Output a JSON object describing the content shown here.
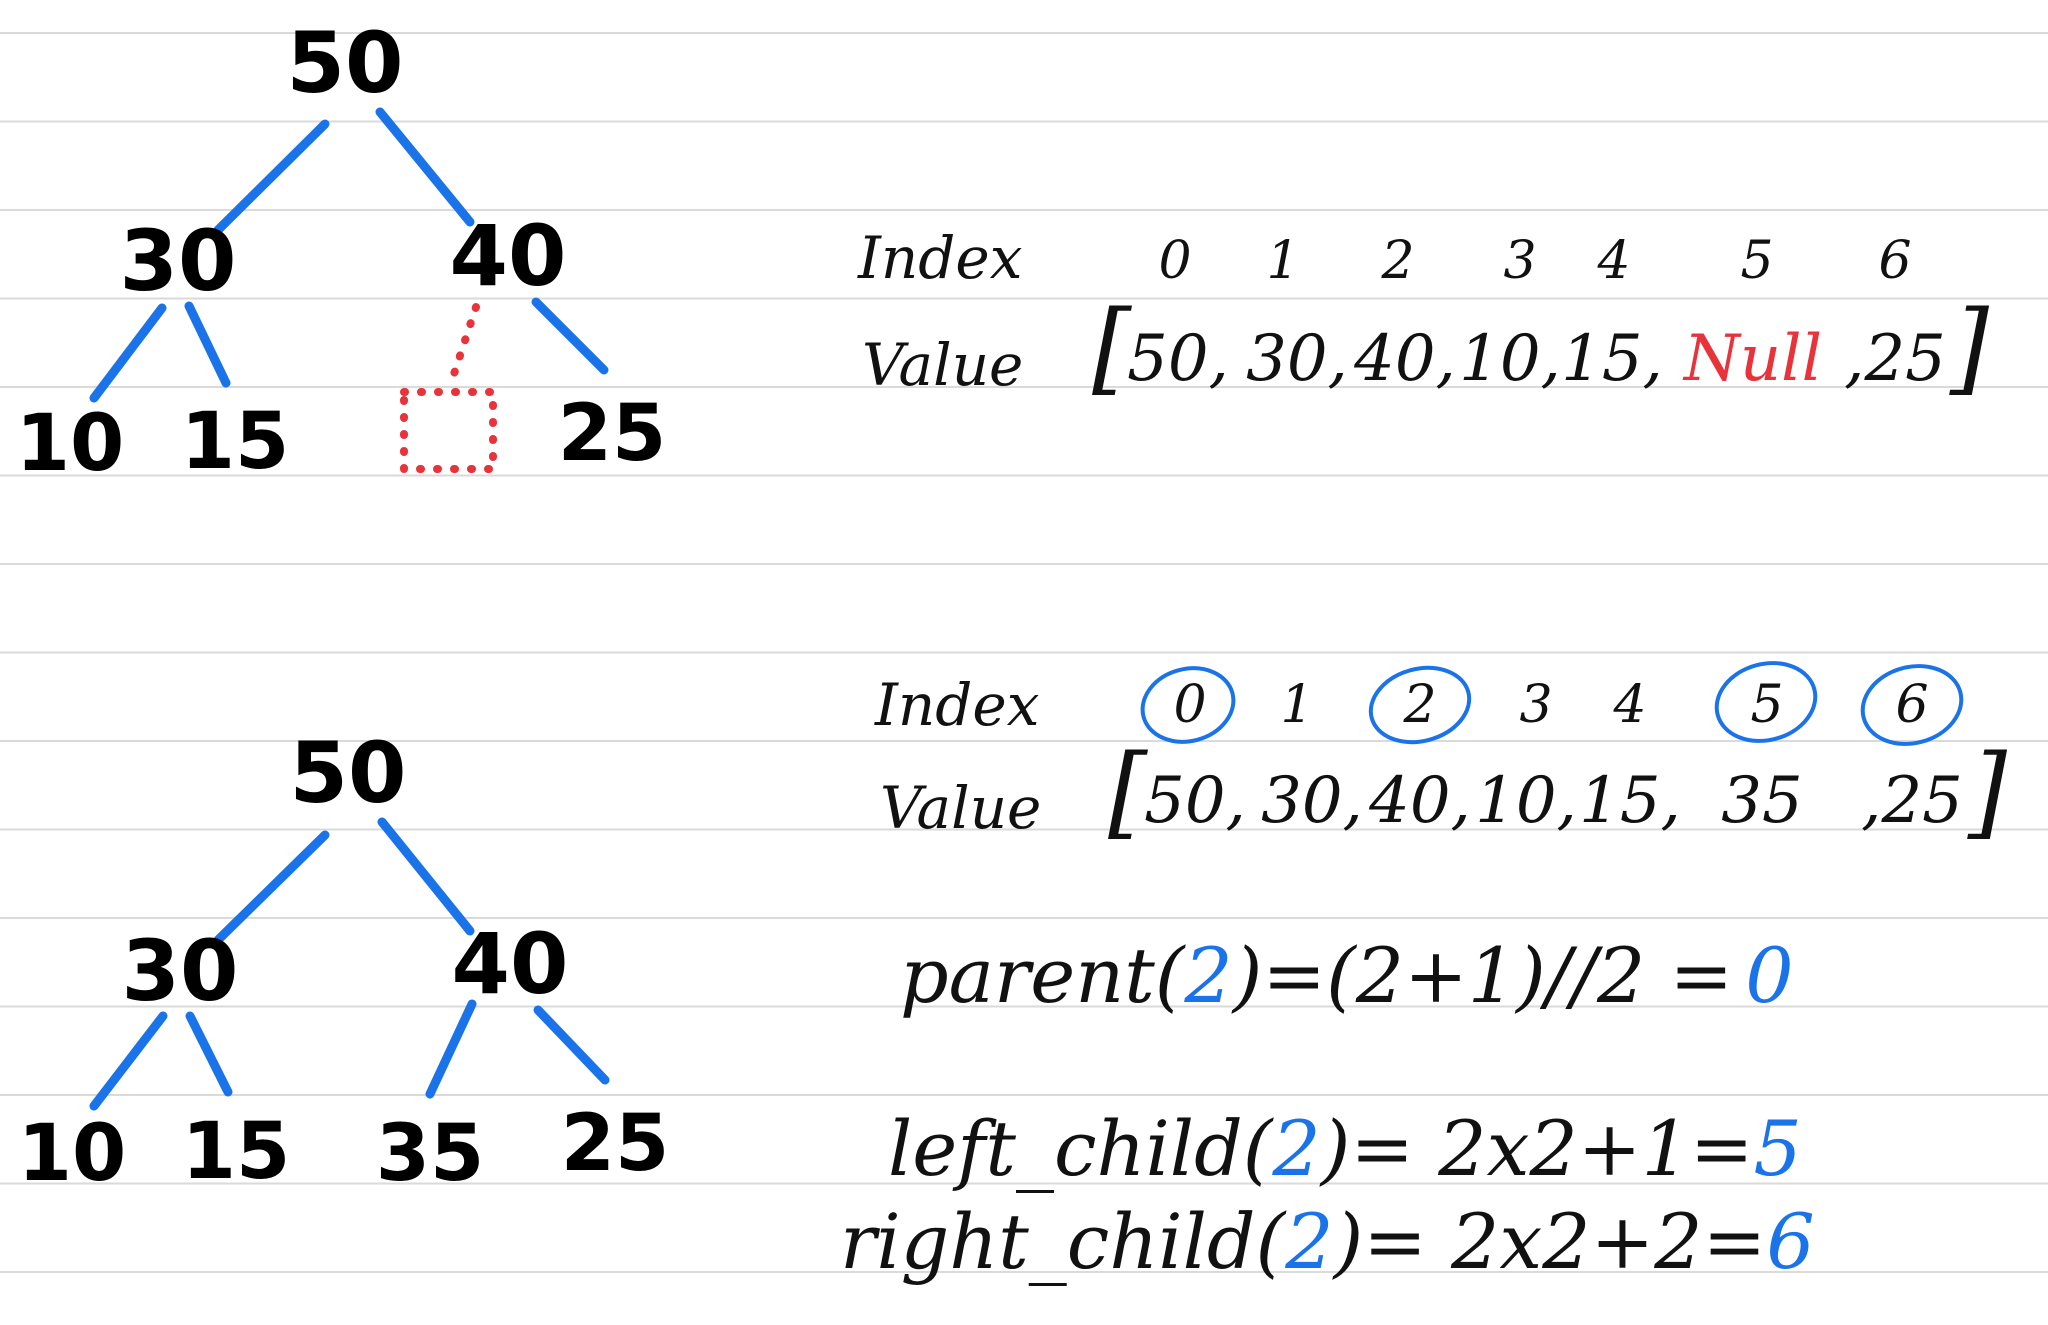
{
  "colors": {
    "background": "#ffffff",
    "ruled_line": "#dadada",
    "ink": "#111111",
    "edge": "#1a73e8",
    "null_highlight": "#e8333b",
    "index_circle": "#1a73e8"
  },
  "top": {
    "tree": {
      "root": "50",
      "level1": [
        "30",
        "40"
      ],
      "level2": [
        "10",
        "15",
        "",
        "25"
      ]
    },
    "array": {
      "index_label": "Index",
      "value_label": "Value",
      "indices": [
        "0",
        "1",
        "2",
        "3",
        "4",
        "5",
        "6"
      ],
      "values": [
        "50,",
        "30,",
        "40,",
        "10,",
        "15,",
        "Null",
        ",25"
      ],
      "open_bracket": "[",
      "close_bracket": "]"
    }
  },
  "bottom": {
    "tree": {
      "root": "50",
      "level1": [
        "30",
        "40"
      ],
      "level2": [
        "10",
        "15",
        "35",
        "25"
      ]
    },
    "array": {
      "index_label": "Index",
      "value_label": "Value",
      "indices": [
        "0",
        "1",
        "2",
        "3",
        "4",
        "5",
        "6"
      ],
      "circled_indices": [
        "0",
        "2",
        "5",
        "6"
      ],
      "values": [
        "50,",
        "30,",
        "40,",
        "10,",
        "15,",
        "35",
        ",25"
      ],
      "open_bracket": "[",
      "close_bracket": "]"
    },
    "formulas": {
      "parent": {
        "prefix": "parent(",
        "arg": "2",
        "body": ")=(2+1)//2 =",
        "result": "0"
      },
      "left_child": {
        "prefix": "left_child(",
        "arg": "2",
        "body": ")= 2x2+1=",
        "result": "5"
      },
      "right_child": {
        "prefix": "right_child(",
        "arg": "2",
        "body": ")= 2x2+2=",
        "result": "6"
      }
    }
  }
}
